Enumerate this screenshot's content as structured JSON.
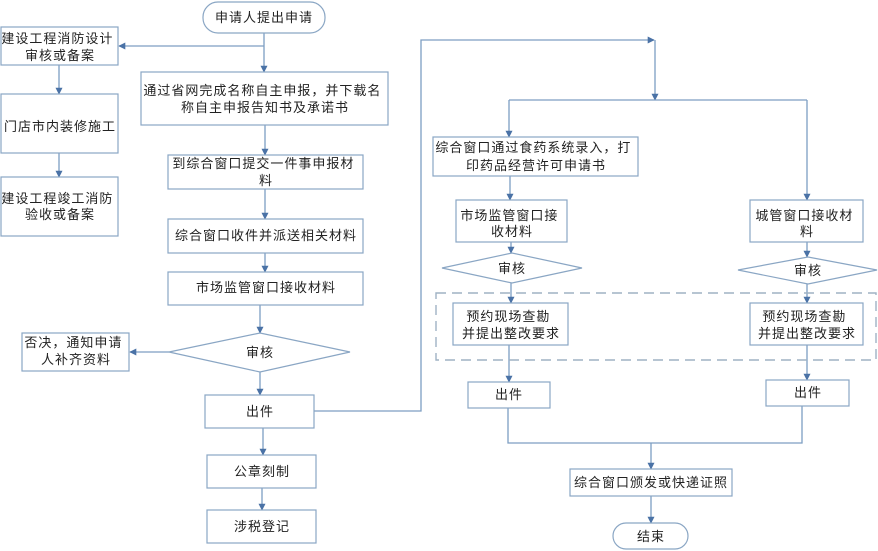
{
  "colors": {
    "box_border": "#8aa6c4",
    "line": "#7d9ec2",
    "arrow": "#4a72a6",
    "dash": "#9fb2c4",
    "text": "#222222"
  },
  "nodes": {
    "start": {
      "lines": [
        "申请人提出申请"
      ]
    },
    "fire_design": {
      "lines": [
        "建设工程消防设计",
        "审核或备案"
      ]
    },
    "renovation": {
      "lines": [
        "门店市内装修施工"
      ]
    },
    "fire_acceptance": {
      "lines": [
        "建设工程竣工消防",
        "验收或备案"
      ]
    },
    "name_report": {
      "lines": [
        "通过省网完成名称自主申报，并下载名",
        "称自主申报告知书及承诺书"
      ]
    },
    "submit_materials": {
      "lines": [
        "到综合窗口提交一件事申报材",
        "料"
      ]
    },
    "receive_dispatch": {
      "lines": [
        "综合窗口收件并派送相关材料"
      ]
    },
    "market_receive": {
      "lines": [
        "市场监管窗口接收材料"
      ]
    },
    "review_main": {
      "lines": [
        "审核"
      ]
    },
    "reject": {
      "lines": [
        "否决，通知申请",
        "人补齐资料"
      ]
    },
    "issue_main": {
      "lines": [
        "出件"
      ]
    },
    "seal": {
      "lines": [
        "公章刻制"
      ]
    },
    "tax": {
      "lines": [
        "涉税登记"
      ]
    },
    "drug_system": {
      "lines": [
        "综合窗口通过食药系统录入，打",
        "印药品经营许可申请书"
      ]
    },
    "market_receive2": {
      "lines": [
        "市场监管窗口接",
        "收材料"
      ]
    },
    "urban_receive": {
      "lines": [
        "城管窗口接收材",
        "料"
      ]
    },
    "review_market": {
      "lines": [
        "审核"
      ]
    },
    "review_urban": {
      "lines": [
        "审核"
      ]
    },
    "inspect_market": {
      "lines": [
        "预约现场查勘",
        "并提出整改要求"
      ]
    },
    "inspect_urban": {
      "lines": [
        "预约现场查勘",
        "并提出整改要求"
      ]
    },
    "issue_market": {
      "lines": [
        "出件"
      ]
    },
    "issue_urban": {
      "lines": [
        "出件"
      ]
    },
    "deliver": {
      "lines": [
        "综合窗口颁发或快递证照"
      ]
    },
    "end": {
      "lines": [
        "结束"
      ]
    }
  }
}
